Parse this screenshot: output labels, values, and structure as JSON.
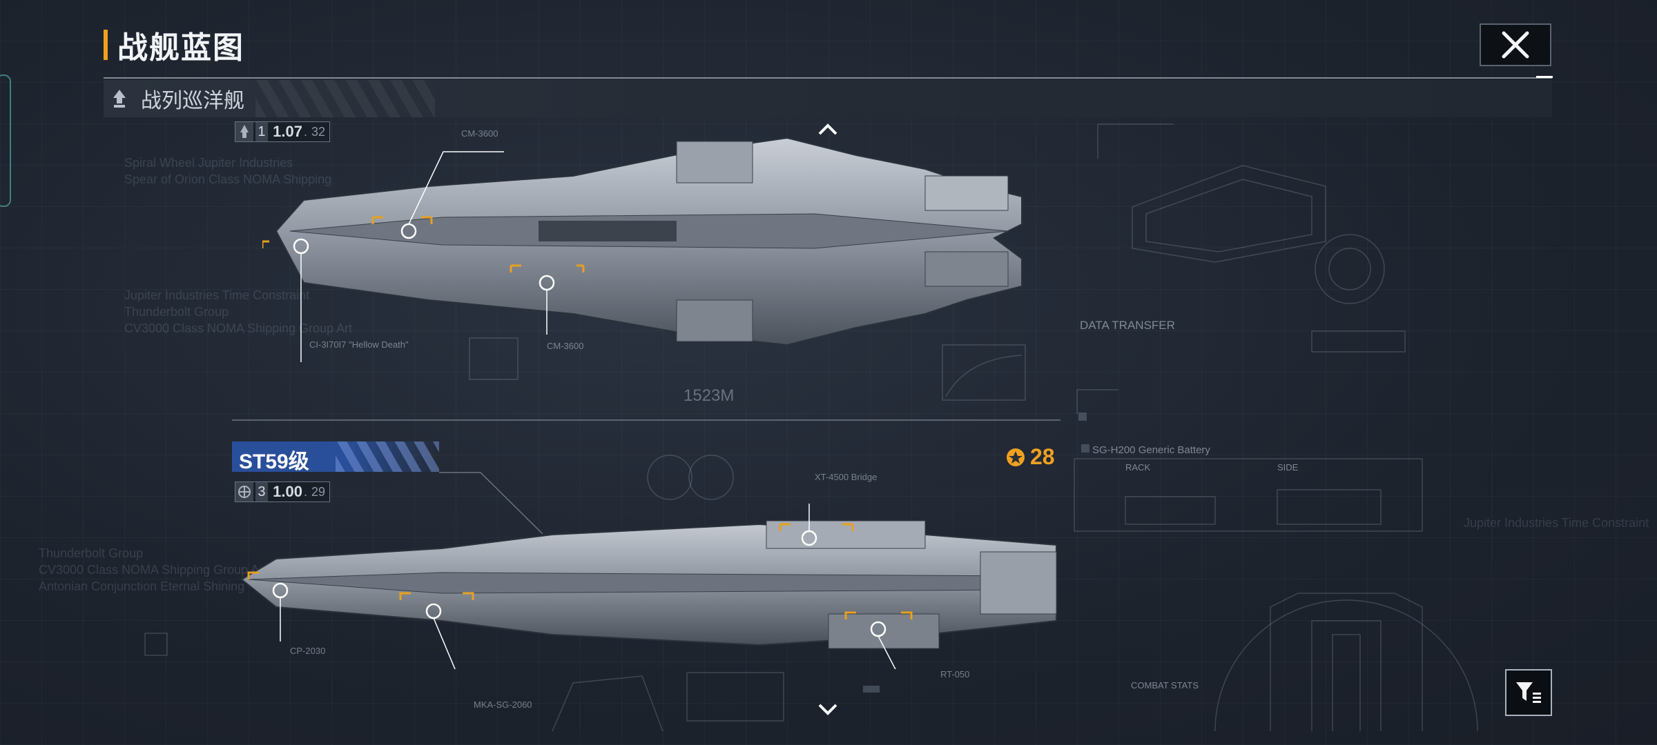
{
  "header": {
    "title": "战舰蓝图",
    "close_label": "✕"
  },
  "class_bar": {
    "label": "战列巡洋舰"
  },
  "ship1": {
    "stat_index": "1",
    "stat_value": "1.07",
    "stat_sub": "32",
    "scale": "1523M",
    "callouts": [
      "CM-3600",
      "CI-3I70I7 \"Hellow Death\"",
      "CM-3600"
    ],
    "data_transfer": "DATA TRANSFER"
  },
  "ship2": {
    "name": "ST59级",
    "points": "28",
    "stat_index": "3",
    "stat_value": "1.00",
    "stat_sub": "29",
    "callouts": [
      "XT-4500 Bridge",
      "CP-2030",
      "MKA-SG-2060",
      "RT-050"
    ],
    "battery": "SG-H200 Generic Battery",
    "rack": "RACK",
    "side": "SIDE",
    "combat_stats": "COMBAT STATS"
  },
  "background_text": {
    "left1": "Spiral Wheel Jupiter Industries\nSpear of Orion Class NOMA Shipping",
    "left2": "Jupiter Industries Time Constraint\nThunderbolt Group\nCV3000 Class NOMA Shipping Group Art",
    "left3": "Thunderbolt Group\nCV3000 Class NOMA Shipping Group Art\nAntonian Conjunction Eternal Shining",
    "right1": "Jupiter Industries Time Constraint"
  },
  "colors": {
    "accent": "#f0a020",
    "tag_blue": "#2a4f9a"
  },
  "icons": {
    "close": "close-icon",
    "filter": "filter-icon",
    "class": "ship-class-icon",
    "points": "emblem-icon"
  }
}
